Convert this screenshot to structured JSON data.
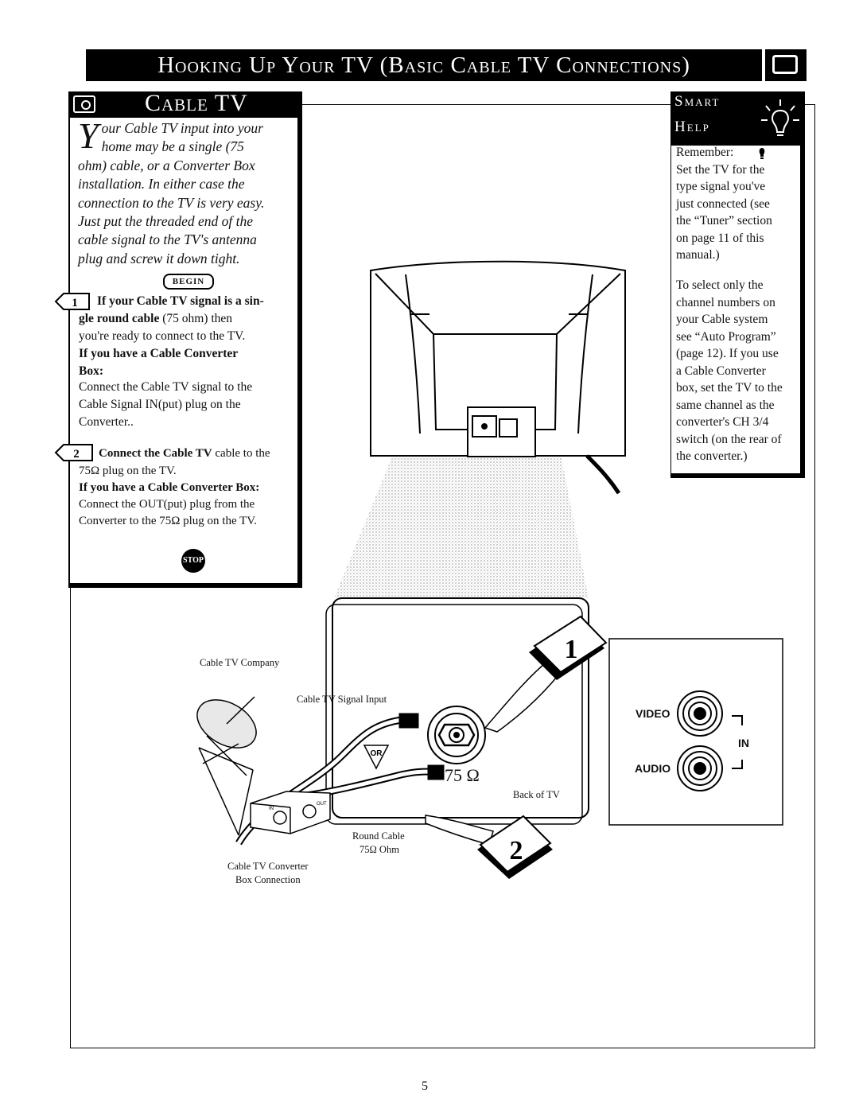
{
  "title": "Hooking Up Your TV (Basic Cable TV Connections)",
  "cable_tv": {
    "heading": "Cable TV",
    "intro_drop": "Y",
    "intro_lines": [
      "our Cable TV input into your",
      "home may be a single (75",
      "ohm) cable, or a Converter Box",
      "installation. In either case the",
      "connection to the TV is very easy.",
      "Just put the threaded end of the",
      "cable signal to the TV's antenna",
      "plug and screw it down tight."
    ],
    "begin_label": "BEGIN",
    "step1_number": "1",
    "step1_bold": "If your Cable TV signal is a sin-",
    "step1_bold2": "gle round cable",
    "step1_rest": " (75 ohm) then",
    "step1_line3": "you're ready to connect to the TV.",
    "step1_conv_bold": "If you have a Cable Converter",
    "step1_conv_bold2": "Box:",
    "step1_conv_lines": [
      "Connect the Cable TV signal to the",
      "Cable Signal IN(put) plug on the",
      "Converter.."
    ],
    "step2_number": "2",
    "step2_bold": "Connect the Cable TV",
    "step2_rest": " cable to the",
    "step2_line2": "75Ω plug on the TV.",
    "step2_conv_bold": "If you have a Cable Converter Box:",
    "step2_conv_lines": [
      "Connect the OUT(put) plug from the",
      "Converter to the 75Ω plug on the TV."
    ],
    "stop_label": "STOP"
  },
  "smart_help": {
    "line1": "Smart",
    "line2": "Help",
    "para1": [
      "Remember:",
      "Set the TV for the",
      "type signal you've",
      "just connected (see",
      "the “Tuner” section",
      "on page 11 of this",
      "manual.)"
    ],
    "para2": [
      "To select only the",
      "channel numbers on",
      "your Cable system",
      "see “Auto Program”",
      "(page 12). If you use",
      "a Cable Converter",
      "box, set the TV to the",
      "same channel as the",
      "converter's CH 3/4",
      "switch (on the rear of",
      "the converter.)"
    ]
  },
  "diagram": {
    "cable_tv_company": "Cable TV Company",
    "cable_signal_input": "Cable TV Signal Input",
    "or_label": "OR",
    "ohm_label": "75 Ω",
    "back_of_tv": "Back of TV",
    "round_cable_1": "Round Cable",
    "round_cable_2": "75Ω Ohm",
    "converter_1": "Cable TV Converter",
    "converter_2": "Box Connection",
    "converter_in": "IN",
    "converter_out": "OUT",
    "badge_1": "1",
    "badge_2": "2",
    "video": "VIDEO",
    "audio": "AUDIO",
    "in": "IN"
  },
  "page_number": "5"
}
